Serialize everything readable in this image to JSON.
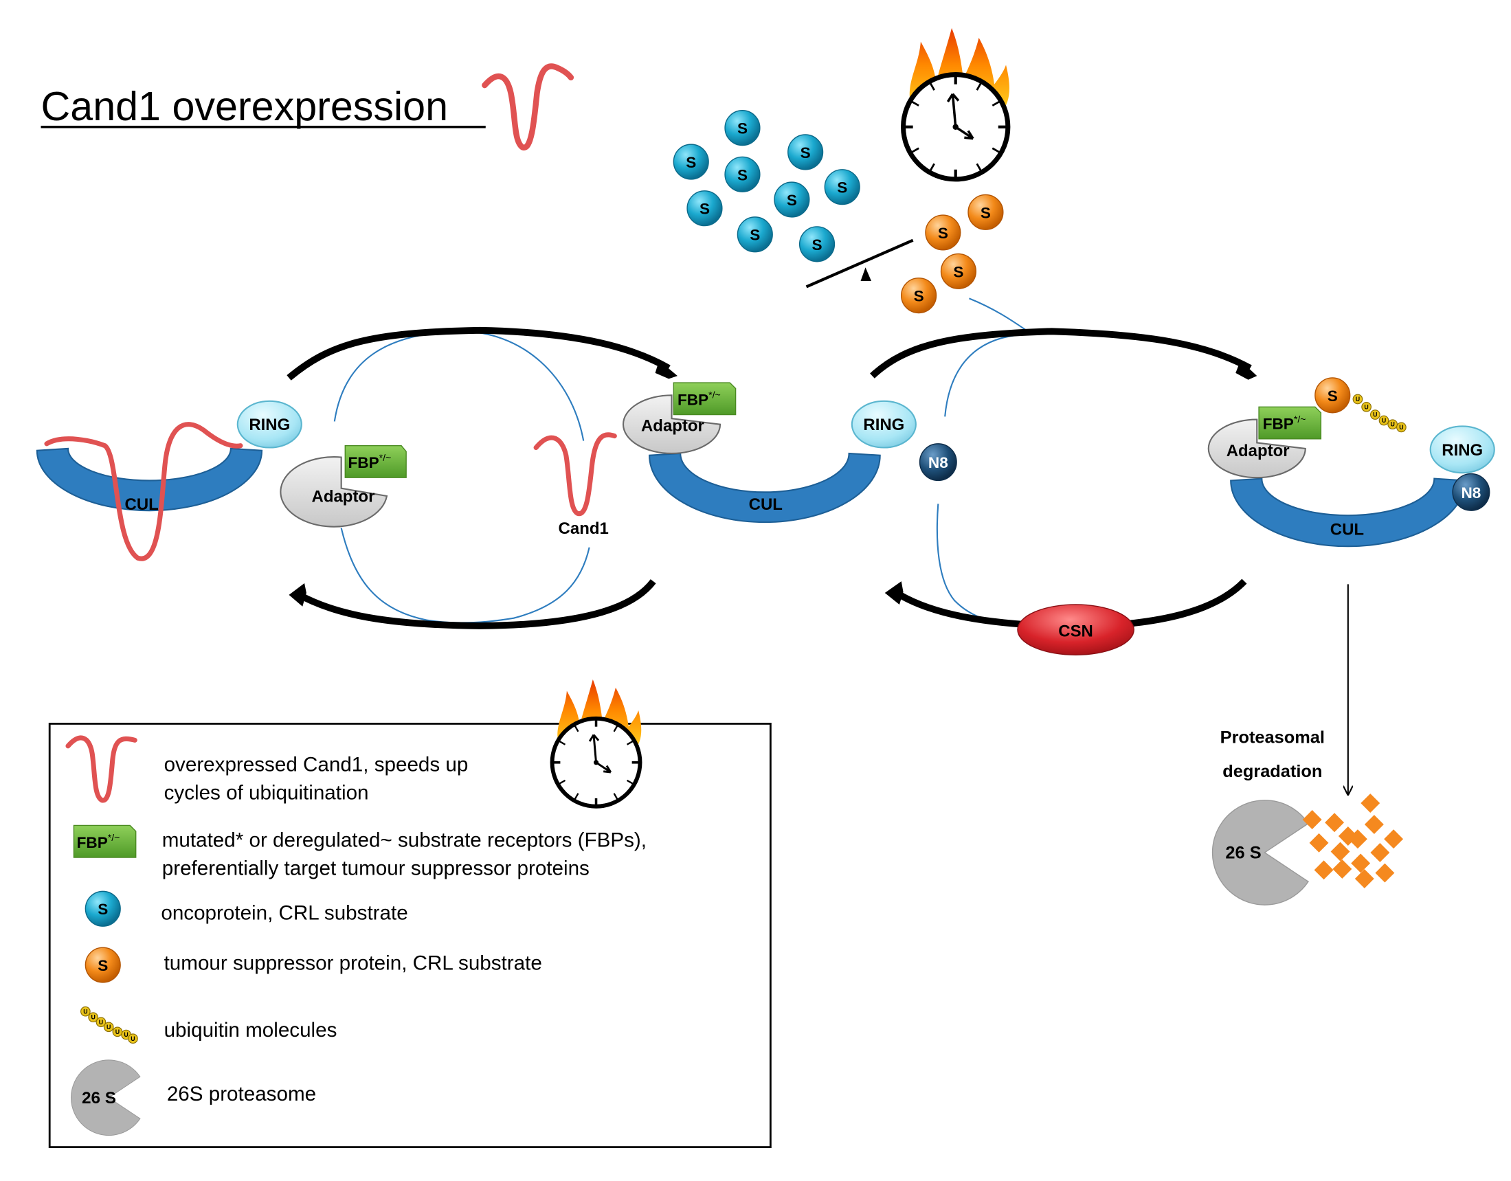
{
  "title": "Cand1 overexpression",
  "complexes": {
    "cul_label": "CUL",
    "ring_label": "RING",
    "adaptor_label": "Adaptor",
    "fbp_label": "FBP",
    "fbp_sup": "*/~",
    "n8_label": "N8",
    "cand1_label": "Cand1",
    "csn_label": "CSN",
    "substrate_label": "S",
    "ubiquitin_label": "U"
  },
  "degradation": {
    "line1": "Proteasomal",
    "line2": "degradation",
    "proteasome_label": "26 S"
  },
  "legend": {
    "items": [
      {
        "icon": "cand1-icon",
        "line1": "overexpressed Cand1, speeds up",
        "line2": "cycles of ubiquitination"
      },
      {
        "icon": "fbp-icon",
        "line1": "mutated* or deregulated~  substrate receptors (FBPs),",
        "line2": "preferentially target tumour suppressor proteins"
      },
      {
        "icon": "oncoprotein-icon",
        "line1": "oncoprotein, CRL substrate"
      },
      {
        "icon": "tumour-suppressor-icon",
        "line1": "tumour suppressor protein, CRL substrate"
      },
      {
        "icon": "ubiquitin-icon",
        "line1": "ubiquitin  molecules"
      },
      {
        "icon": "proteasome-icon",
        "line1": "26S proteasome"
      }
    ],
    "fbp_label": "FBP",
    "fbp_sup": "*/~",
    "substrate_label": "S",
    "proteasome_label": "26 S"
  },
  "colors": {
    "cul_blue": "#2e7dbf",
    "ring_cyan": "#a8e6f5",
    "fbp_green": "#6bb53a",
    "adaptor_grey": "#d9d9d9",
    "cand1_red": "#e05252",
    "onco_cyan": "#1ba9cf",
    "tumour_orange": "#f38a1a",
    "n8_navy": "#1e4f78",
    "csn_red": "#d8232a",
    "proteasome_grey": "#b3b3b3",
    "ubiquitin_yellow": "#e8c21a",
    "fragment_orange": "#f5891f"
  }
}
